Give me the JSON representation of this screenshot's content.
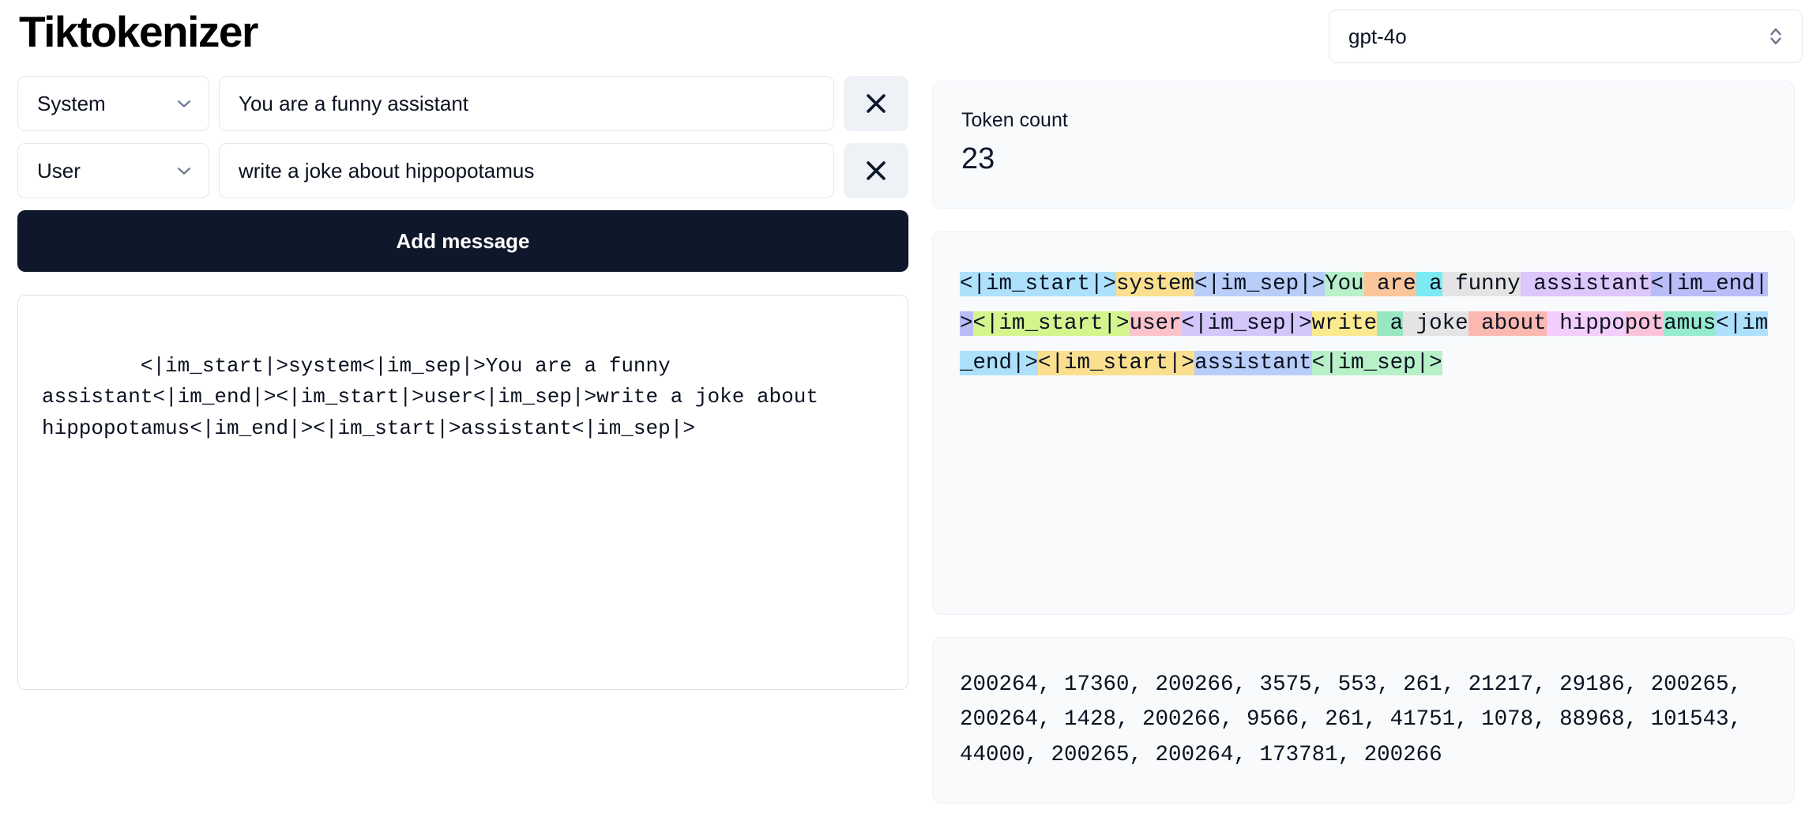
{
  "header": {
    "title": "Tiktokenizer",
    "model_selector": {
      "value": "gpt-4o",
      "icon": "chevron-up-down-icon"
    }
  },
  "messages": [
    {
      "role": "System",
      "role_icon": "chevron-down-icon",
      "content": "You are a funny assistant",
      "delete_icon": "close-icon"
    },
    {
      "role": "User",
      "role_icon": "chevron-down-icon",
      "content": "write a joke about hippopotamus",
      "delete_icon": "close-icon"
    }
  ],
  "add_message_label": "Add message",
  "prompt_text": "<|im_start|>system<|im_sep|>You are a funny assistant<|im_end|><|im_start|>user<|im_sep|>write a joke about hippopotamus<|im_end|><|im_start|>assistant<|im_sep|>",
  "token_count": {
    "label": "Token count",
    "value": "23"
  },
  "token_stream": [
    {
      "text": "<|im_start|>",
      "color": "#ade1fb"
    },
    {
      "text": "system",
      "color": "#fadf8e"
    },
    {
      "text": "<|im_sep|>",
      "color": "#b8cdf8"
    },
    {
      "text": "You",
      "color": "#b8f0c8"
    },
    {
      "text": " are",
      "color": "#fbc59a"
    },
    {
      "text": " a",
      "color": "#7ceaf2"
    },
    {
      "text": " funny",
      "color": "#e4e4e4"
    },
    {
      "text": " assistant",
      "color": "#ddc6fb"
    },
    {
      "text": "<|im_end|>",
      "color": "#b8bdf8"
    },
    {
      "text": "<|im_start|>",
      "color": "#d4f58e"
    },
    {
      "text": "user",
      "color": "#fbc3c9"
    },
    {
      "text": "<|im_sep|>",
      "color": "#d3c6fb"
    },
    {
      "text": "write",
      "color": "#fae98e"
    },
    {
      "text": " a",
      "color": "#97e8c0"
    },
    {
      "text": " joke",
      "color": "#e4e4e4"
    },
    {
      "text": " about",
      "color": "#fbb8b0"
    },
    {
      "text": " hippo",
      "color": "#f3cdfb"
    },
    {
      "text": "pot",
      "color": "#fbc3da"
    },
    {
      "text": "amus",
      "color": "#97ebcd"
    },
    {
      "text": "<|im_end|>",
      "color": "#ade1fb"
    },
    {
      "text": "<|im_start|>",
      "color": "#fadf8e"
    },
    {
      "text": "assistant",
      "color": "#b8cdf8"
    },
    {
      "text": "<|im_sep|>",
      "color": "#b8f0c8"
    }
  ],
  "token_ids": [
    200264,
    17360,
    200266,
    3575,
    553,
    261,
    21217,
    29186,
    200265,
    200264,
    1428,
    200266,
    9566,
    261,
    41751,
    1078,
    88968,
    101543,
    44000,
    200265,
    200264,
    173781,
    200266
  ],
  "colors": {
    "accent_dark": "#0f172a",
    "card_bg": "#f8fafc",
    "border": "#e2e8f0",
    "delete_bg": "#eef1f6"
  }
}
